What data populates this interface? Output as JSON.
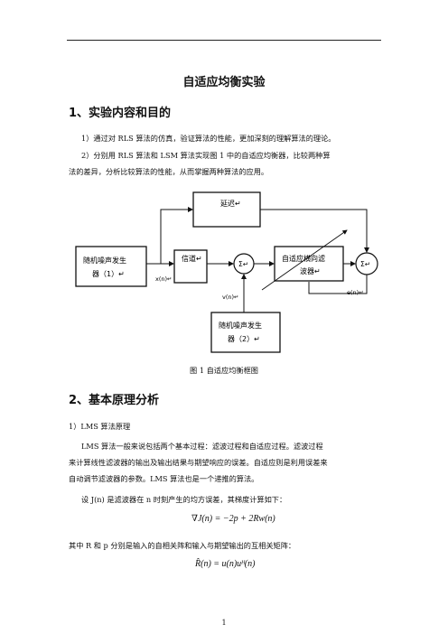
{
  "title": "自适应均衡实验",
  "section1": {
    "heading": "1、实验内容和目的",
    "para1": "1）通过对 RLS 算法的仿真，验证算法的性能，更加深刻的理解算法的理论。",
    "para2_line1": "2）分别用 RLS 算法和 LSM 算法实现图 1 中的自适应均衡器，比较两种算",
    "para2_line2": "法的差异，分析比较算法的性能，从而掌握两种算法的应用。"
  },
  "diagram": {
    "delay": "延迟↵",
    "noise1_line1": "随机噪声发生",
    "noise1_line2": "器（1）↵",
    "channel": "信道↵",
    "sum1": "Σ↵",
    "filter_line1": "自适应横向滤",
    "filter_line2": "波器↵",
    "sum2": "Σ↵",
    "noise2_line1": "随机噪声发生",
    "noise2_line2": "器（2）↵",
    "xn": "x(n)↵",
    "vn": "v(n)↵",
    "en": "e(n)↵"
  },
  "caption": "图 1  自适应均衡框图",
  "section2": {
    "heading": "2、基本原理分析",
    "sub1": "1）LMS  算法原理",
    "para1_line1": "LMS 算法一般来说包括两个基本过程：滤波过程和自适应过程。滤波过程",
    "para1_line2": "来计算线性滤波器的输出及输出结果与期望响应的误差。自适应则是利用误差来",
    "para1_line3": "自动调节滤波器的参数。LMS 算法也是一个递推的算法。",
    "para2": "设 J(n) 是滤波器在 n 时刻产生的均方误差，其梯度计算如下：",
    "eq1": "∇J(n) = −2p + 2Rw(n)",
    "para3": "其中 R 和 p 分别是输入的自相关阵和输入与期望输出的互相关矩阵：",
    "eq2": "R̂(n) = u(n)uᴴ(n)"
  },
  "page_number": "1"
}
